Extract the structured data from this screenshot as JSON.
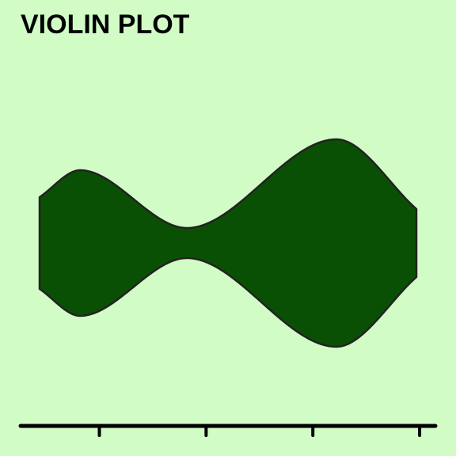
{
  "page": {
    "background": "#d2fcc6"
  },
  "chart_data": {
    "type": "violin",
    "title": "VIOLIN PLOT",
    "orientation": "horizontal",
    "fill_color": "#0a5004",
    "outline_color": "#222222",
    "axis_color": "#000000",
    "xlim": [
      0,
      3.53
    ],
    "xticks": [
      0.56,
      1.56,
      2.56,
      3.56
    ],
    "xtick_labels": [
      "",
      "",
      "",
      ""
    ],
    "density": {
      "x": [
        0,
        0.38,
        1.38,
        2.78,
        3.53
      ],
      "half_width": [
        0.58,
        0.92,
        0.19,
        1.31,
        0.43
      ]
    },
    "xlabel": "",
    "ylabel": "",
    "grid": false,
    "legend": false
  }
}
